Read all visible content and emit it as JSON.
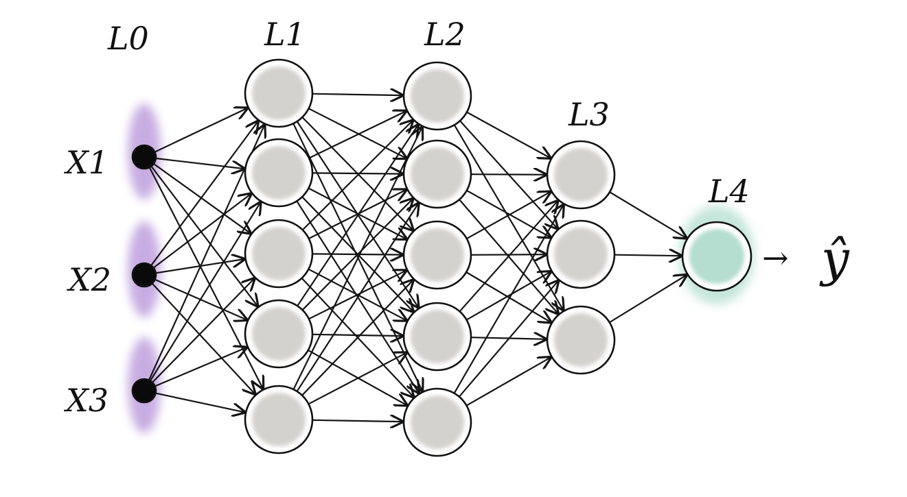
{
  "layers": [
    {
      "label": "L0",
      "inputs": [
        "X1",
        "X2",
        "X3"
      ]
    },
    {
      "label": "L1",
      "nodes": 5
    },
    {
      "label": "L2",
      "nodes": 5
    },
    {
      "label": "L3",
      "nodes": 3
    },
    {
      "label": "L4",
      "nodes": 1
    }
  ],
  "output_label": "ŷ",
  "arrow_glyph": "→",
  "colors": {
    "input_blob": "#9a6bc9",
    "input_dot": "#0a0a0a",
    "hidden_fill": "#d4d2cf",
    "output_fill": "#b5ddd0",
    "output_blob": "#9fd6c3",
    "line": "#141414"
  }
}
